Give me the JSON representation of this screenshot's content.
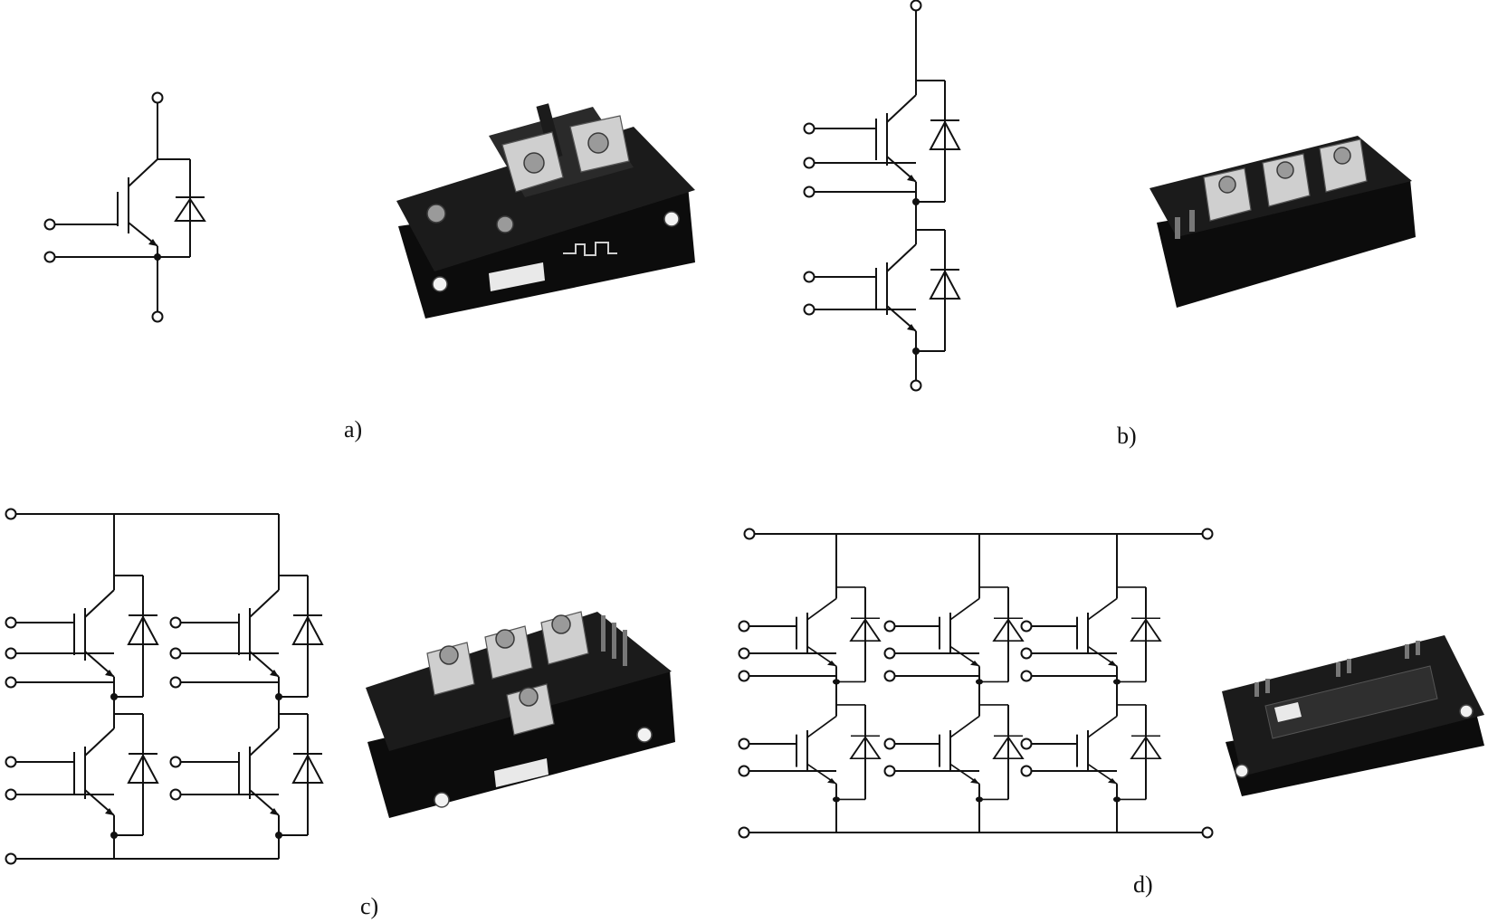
{
  "panels": [
    {
      "id": "a",
      "label": "a)"
    },
    {
      "id": "b",
      "label": "b)"
    },
    {
      "id": "c",
      "label": "c)"
    },
    {
      "id": "d",
      "label": "d)"
    }
  ],
  "colors": {
    "line": "#111111",
    "module_body": "#1b1b1b",
    "background": "#ffffff"
  },
  "icons": [
    "igbt-symbol",
    "freewheel-diode-symbol",
    "terminal-circle",
    "junction-dot"
  ]
}
